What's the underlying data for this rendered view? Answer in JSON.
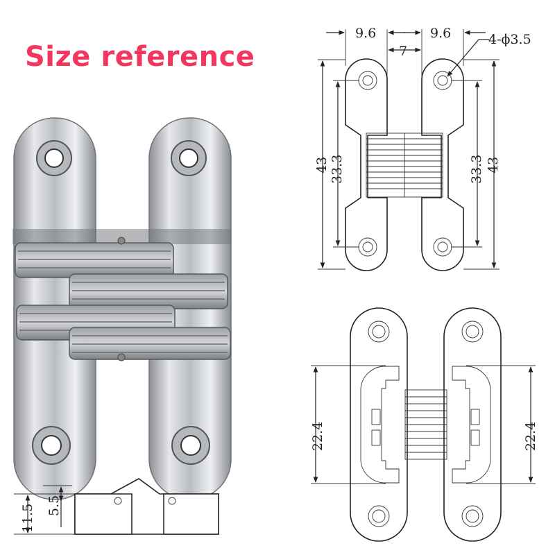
{
  "title": "Size reference",
  "colors": {
    "title": "#f2375f",
    "chrome": "#c9ccd1",
    "line": "#222222"
  },
  "top_drawing": {
    "leaf_width_left": "9.6",
    "leaf_width_right": "9.6",
    "gap": "7",
    "holes": "4-ϕ3.5",
    "height_left": "43",
    "hole_spacing_left": "33.3",
    "hole_spacing_right": "33.3",
    "height_right": "43"
  },
  "front_drawing": {
    "cutout_left": "22.4",
    "cutout_right": "22.4"
  },
  "side_view": {
    "depth": "11.5",
    "offset": "5.5"
  }
}
